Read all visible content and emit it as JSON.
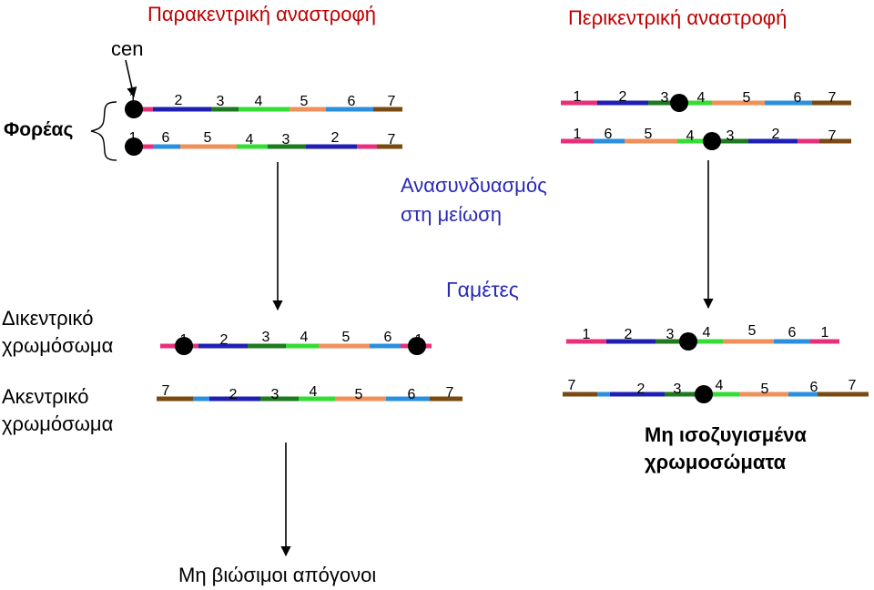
{
  "titles": {
    "paracentric": "Παρακεντρική αναστροφή",
    "pericentric": "Περικεντρική αναστροφή"
  },
  "labels": {
    "cen": "cen",
    "carrier": "Φορέας",
    "recombination_line1": "Ανασυνδυασμός",
    "recombination_line2": "στη μείωση",
    "gametes": "Γαμέτες",
    "dicentric_line1": "Δικεντρικό",
    "dicentric_line2": "χρωμόσωμα",
    "acentric_line1": "Ακεντρικό",
    "acentric_line2": "χρωμόσωμα",
    "unbalanced_line1": "Μη ισοζυγισμένα",
    "unbalanced_line2": "χρωμοσώματα",
    "nonviable": "Μη βιώσιμοι απόγονοι"
  },
  "segment_colors": {
    "1": "#e8307a",
    "2": "#1f1fb4",
    "3": "#1e7a1e",
    "4": "#33dd33",
    "5": "#f0905a",
    "6": "#2b8fe0",
    "7": "#7a4a12"
  },
  "chromosomes": [
    {
      "id": "para-normal",
      "labels": [
        "1",
        "2",
        "3",
        "4",
        "5",
        "6",
        "7"
      ]
    },
    {
      "id": "para-inverted",
      "labels": [
        "1",
        "6",
        "5",
        "4",
        "3",
        "2",
        "7"
      ]
    },
    {
      "id": "peri-normal",
      "labels": [
        "1",
        "2",
        "3",
        "4",
        "5",
        "6",
        "7"
      ]
    },
    {
      "id": "peri-inverted",
      "labels": [
        "1",
        "6",
        "5",
        "4",
        "3",
        "2",
        "7"
      ]
    },
    {
      "id": "para-dicentric",
      "labels": [
        "1",
        "2",
        "3",
        "4",
        "5",
        "6",
        "1"
      ]
    },
    {
      "id": "para-acentric",
      "labels": [
        "7",
        "2",
        "3",
        "4",
        "5",
        "6",
        "7"
      ]
    },
    {
      "id": "peri-gamete-1",
      "labels": [
        "1",
        "2",
        "3",
        "4",
        "5",
        "6",
        "1"
      ]
    },
    {
      "id": "peri-gamete-2",
      "labels": [
        "7",
        "2",
        "3",
        "4",
        "5",
        "6",
        "7"
      ]
    }
  ]
}
